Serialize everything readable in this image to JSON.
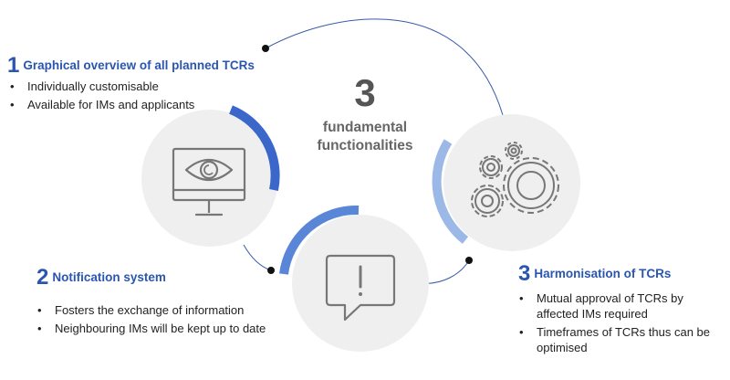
{
  "center": {
    "number": "3",
    "label_line1": "fundamental",
    "label_line2": "functionalities"
  },
  "features": [
    {
      "number": "1",
      "title": "Graphical overview of all planned TCRs",
      "bullets": [
        "Individually customisable",
        "Available for IMs and applicants"
      ],
      "icon": "monitor-eye-icon"
    },
    {
      "number": "2",
      "title": "Notification system",
      "bullets": [
        "Fosters the exchange of information",
        "Neighbouring IMs will be kept up to date"
      ],
      "icon": "speech-bubble-exclamation-icon"
    },
    {
      "number": "3",
      "title": "Harmonisation of TCRs",
      "bullets": [
        "Mutual approval of TCRs by affected IMs required",
        "Timeframes of TCRs thus can be optimised"
      ],
      "icon": "gears-icon"
    }
  ],
  "colors": {
    "accent_dark": "#3a67c9",
    "accent_mid": "#5a86d8",
    "accent_light": "#9cb8e6",
    "circle_bg": "#efefef",
    "line": "#3a5aa8",
    "icon_stroke": "#777777"
  }
}
